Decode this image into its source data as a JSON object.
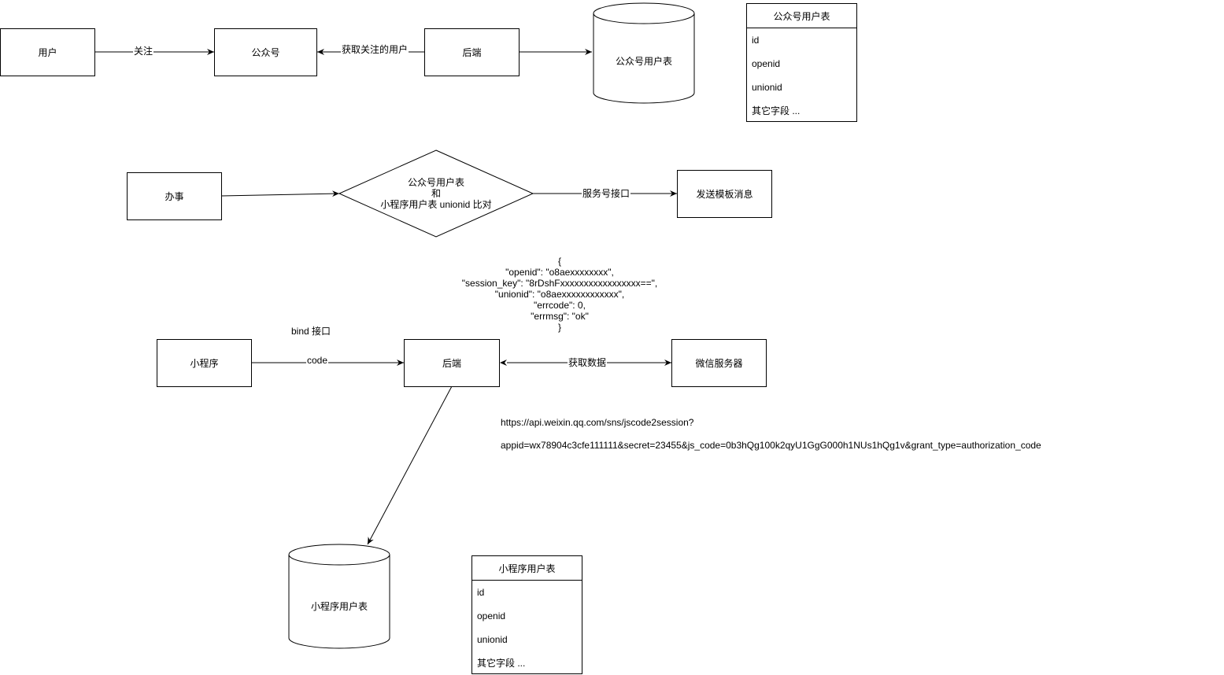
{
  "top": {
    "user": "用户",
    "follow_label": "关注",
    "official_account": "公众号",
    "fetch_followers_label": "获取关注的用户",
    "backend": "后端",
    "db": "公众号用户表"
  },
  "oa_table": {
    "title": "公众号用户表",
    "rows": [
      "id",
      "openid",
      "unionid",
      "其它字段 ..."
    ]
  },
  "middle": {
    "task": "办事",
    "compare_lines": [
      "公众号用户表",
      "和",
      "小程序用户表 unionid 比对"
    ],
    "service_label": "服务号接口",
    "send_message": "发送模板消息"
  },
  "json_response": {
    "lines": [
      "{",
      "\"openid\": \"o8aexxxxxxxx\",",
      "\"session_key\": \"8rDshFxxxxxxxxxxxxxxxxx==\",",
      "\"unionid\": \"o8aexxxxxxxxxxxx\",",
      "\"errcode\": 0,",
      "\"errmsg\": \"ok\"",
      "}"
    ]
  },
  "bottom": {
    "bind_label": "bind 接口",
    "mini_program": "小程序",
    "code_label": "code",
    "backend": "后端",
    "get_data_label": "获取数据",
    "wechat_server": "微信服务器",
    "url_line1": "https://api.weixin.qq.com/sns/jscode2session?",
    "url_line2": "appid=wx78904c3cfe111111&secret=23455&js_code=0b3hQg100k2qyU1GgG000h1NUs1hQg1v&grant_type=authorization_code",
    "db": "小程序用户表"
  },
  "mp_table": {
    "title": "小程序用户表",
    "rows": [
      "id",
      "openid",
      "unionid",
      "其它字段 ..."
    ]
  }
}
